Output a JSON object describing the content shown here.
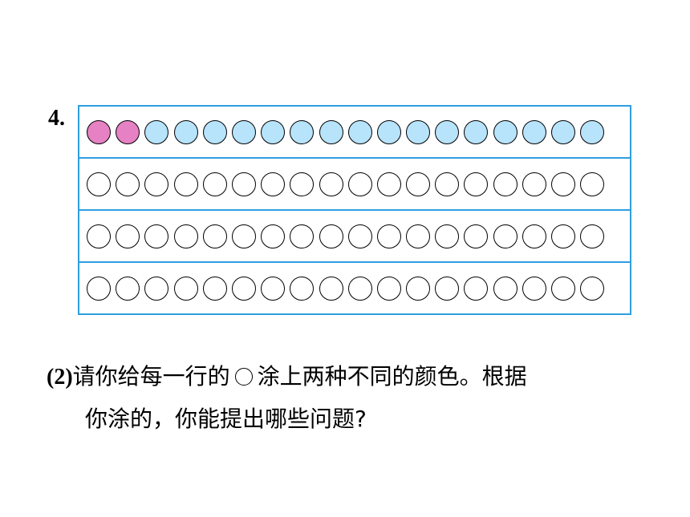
{
  "question_number": "4.",
  "grid": {
    "colors": {
      "pink": "#e681c4",
      "blue": "#b7e3fb",
      "empty": "#ffffff",
      "border": "#2e9fe0"
    },
    "rows": [
      [
        "pink",
        "pink",
        "blue",
        "blue",
        "blue",
        "blue",
        "blue",
        "blue",
        "blue",
        "blue",
        "blue",
        "blue",
        "blue",
        "blue",
        "blue",
        "blue",
        "blue",
        "blue"
      ],
      [
        "empty",
        "empty",
        "empty",
        "empty",
        "empty",
        "empty",
        "empty",
        "empty",
        "empty",
        "empty",
        "empty",
        "empty",
        "empty",
        "empty",
        "empty",
        "empty",
        "empty",
        "empty"
      ],
      [
        "empty",
        "empty",
        "empty",
        "empty",
        "empty",
        "empty",
        "empty",
        "empty",
        "empty",
        "empty",
        "empty",
        "empty",
        "empty",
        "empty",
        "empty",
        "empty",
        "empty",
        "empty"
      ],
      [
        "empty",
        "empty",
        "empty",
        "empty",
        "empty",
        "empty",
        "empty",
        "empty",
        "empty",
        "empty",
        "empty",
        "empty",
        "empty",
        "empty",
        "empty",
        "empty",
        "empty",
        "empty"
      ]
    ]
  },
  "instruction": {
    "part_label": "(2)",
    "text_before_circle": "请你给每一行的",
    "circle_icon": "circle-outline-icon",
    "text_after_circle": "涂上两种不同的颜色。根据",
    "line2": "你涂的，你能提出哪些问题?"
  }
}
